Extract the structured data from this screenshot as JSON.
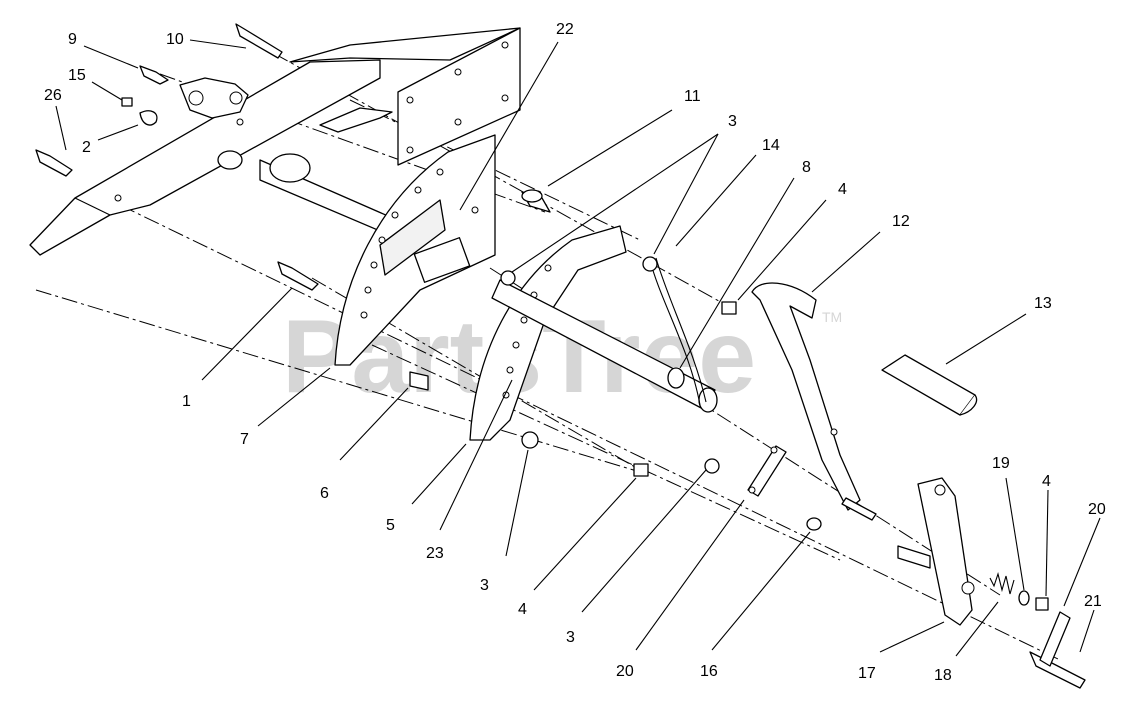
{
  "watermark": {
    "text": "PartsTree",
    "trademark": "TM"
  },
  "callouts": [
    {
      "id": "c9",
      "label": "9"
    },
    {
      "id": "c10",
      "label": "10"
    },
    {
      "id": "c15",
      "label": "15"
    },
    {
      "id": "c26",
      "label": "26"
    },
    {
      "id": "c2",
      "label": "2"
    },
    {
      "id": "c22",
      "label": "22"
    },
    {
      "id": "c11",
      "label": "11"
    },
    {
      "id": "c3a",
      "label": "3"
    },
    {
      "id": "c14",
      "label": "14"
    },
    {
      "id": "c8",
      "label": "8"
    },
    {
      "id": "c4a",
      "label": "4"
    },
    {
      "id": "c12",
      "label": "12"
    },
    {
      "id": "c13",
      "label": "13"
    },
    {
      "id": "c1",
      "label": "1"
    },
    {
      "id": "c7",
      "label": "7"
    },
    {
      "id": "c6",
      "label": "6"
    },
    {
      "id": "c5",
      "label": "5"
    },
    {
      "id": "c23",
      "label": "23"
    },
    {
      "id": "c3b",
      "label": "3"
    },
    {
      "id": "c4b",
      "label": "4"
    },
    {
      "id": "c3c",
      "label": "3"
    },
    {
      "id": "c20a",
      "label": "20"
    },
    {
      "id": "c16",
      "label": "16"
    },
    {
      "id": "c17",
      "label": "17"
    },
    {
      "id": "c18",
      "label": "18"
    },
    {
      "id": "c19",
      "label": "19"
    },
    {
      "id": "c4c",
      "label": "4"
    },
    {
      "id": "c20b",
      "label": "20"
    },
    {
      "id": "c21",
      "label": "21"
    }
  ]
}
